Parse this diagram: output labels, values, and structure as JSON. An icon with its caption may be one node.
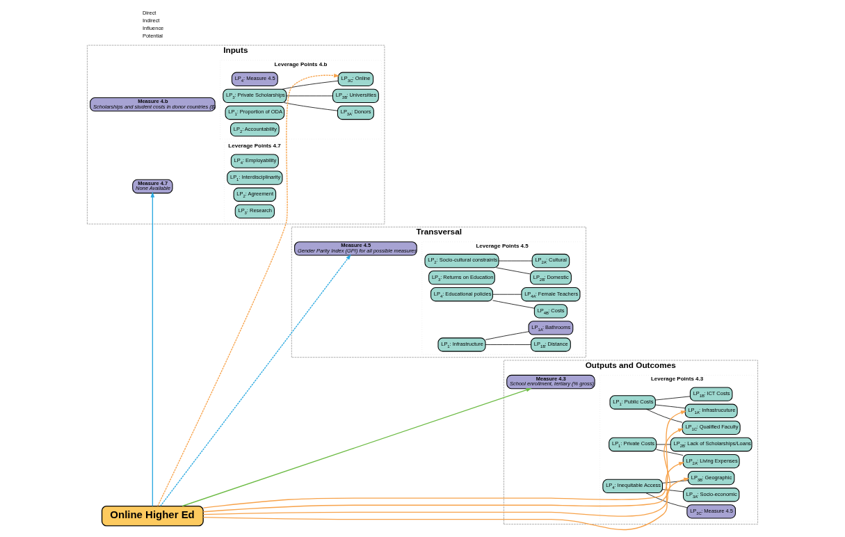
{
  "diagram": {
    "nodes": [
      {
        "text": [
          "Inputs"
        ]
      },
      {
        "text": [
          "Measure 4.7",
          "None Available"
        ],
        "in": 0
      },
      {
        "text": [
          "Leverage Points 4.7"
        ],
        "in": 0
      },
      {
        "text": [
          "LP$_{1}$: Interdisciplinarity"
        ],
        "in": 2
      },
      {
        "text": [
          "LP$_{2}$: Agreement"
        ],
        "in": 2
      },
      {
        "text": [
          "LP$_{3}$: Research"
        ],
        "in": 2
      },
      {
        "text": [
          "LP$_{4}$: Employability"
        ],
        "in": 2
      },
      {
        "text": [
          "Measure 4.b",
          "Scholarships and student costs in donor countries ($)"
        ],
        "in": 0
      },
      {
        "text": [
          "Leverage Points 4.b"
        ],
        "in": 0
      },
      {
        "text": [
          "LP$_{3}$: Private Scholarships"
        ],
        "in": 8
      },
      {
        "text": [
          "LP$_{3A}$: Donors"
        ],
        "in": 8
      },
      {
        "text": [
          "LP$_{3B}$: Universities"
        ],
        "in": 8
      },
      {
        "text": [
          "LP$_{3C}$: Online"
        ],
        "in": 8
      },
      {
        "text": [
          "LP$_{1}$: Proportion of ODA"
        ],
        "in": 8
      },
      {
        "text": [
          "LP$_{2}$: Accountability"
        ],
        "in": 8
      },
      {
        "text": [
          "LP$_{4}$: Measure 4.5"
        ],
        "in": 8
      },
      {
        "text": [
          "Transversal"
        ]
      },
      {
        "text": [
          "Measure 4.5",
          "Gender Parity Index (GPI) for all possible measures"
        ],
        "in": 16
      },
      {
        "text": [
          "Leverage Points 4.5"
        ],
        "in": 16
      },
      {
        "text": [
          "LP$_{1}$: Infrastructure"
        ],
        "in": 18
      },
      {
        "text": [
          "LP$_{1A}$: Bathrooms"
        ],
        "in": 18
      },
      {
        "text": [
          "LP$_{1B}$: Distance"
        ],
        "in": 18
      },
      {
        "text": [
          "LP$_{2}$: Socio-cultural constraints"
        ],
        "in": 18
      },
      {
        "text": [
          "LP$_{2A}$: Cultural"
        ],
        "in": 18
      },
      {
        "text": [
          "LP$_{2B}$: Domestic"
        ],
        "in": 18
      },
      {
        "text": [
          "LP$_{3}$: Returns on Education"
        ],
        "in": 18
      },
      {
        "text": [
          "LP$_{4}$: Educational policies"
        ],
        "in": 18
      },
      {
        "text": [
          "LP$_{4A}$: Female Teachers"
        ],
        "in": 18
      },
      {
        "text": [
          "LP$_{4B}$: Costs"
        ],
        "in": 18
      },
      {
        "text": [
          "Outputs and Outcomes"
        ]
      },
      {
        "text": [
          "Measure 4.3",
          "School enrollment, tertiary (% gross)"
        ],
        "in": 29
      },
      {
        "text": [
          "Leverage Points 4.3"
        ],
        "in": 29
      },
      {
        "text": [
          "LP$_{1}$: Public Costs"
        ],
        "in": 31
      },
      {
        "text": [
          "LP$_{1A}$: Infrastrucuture"
        ],
        "in": 31
      },
      {
        "text": [
          "LP$_{1B}$: ICT Costs"
        ],
        "in": 31
      },
      {
        "text": [
          "LP$_{1C}$: Qualified Faculty"
        ],
        "in": 31
      },
      {
        "text": [
          "LP$_{1}$: Private Costs"
        ],
        "in": 31
      },
      {
        "text": [
          "LP$_{2A}$: Living Expenses"
        ],
        "in": 31
      },
      {
        "text": [
          "LP$_{2B}$: Lack of Scholarships/Loans"
        ],
        "in": 31
      },
      {
        "text": [
          "LP$_{4}$: Inequitable Access"
        ],
        "in": 31
      },
      {
        "text": [
          "LP$_{3A}$: Socio-economic"
        ],
        "in": 31
      },
      {
        "text": [
          "LP$_{3B}$: Geographic"
        ],
        "in": 31
      },
      {
        "text": [
          "LP$_{3C}$: Measure 4.5"
        ],
        "in": 31
      },
      {
        "text": [
          "Online Higher Ed"
        ]
      }
    ],
    "edges": [
      {
        "from": 9,
        "to": 10,
        "arrow": "none"
      },
      {
        "from": 9,
        "to": 11,
        "arrow": "none"
      },
      {
        "from": 9,
        "to": 12,
        "arrow": "none"
      },
      {
        "from": 19,
        "to": 20,
        "arrow": "none"
      },
      {
        "from": 19,
        "to": 21,
        "arrow": "none"
      },
      {
        "from": 22,
        "to": 23,
        "arrow": "none"
      },
      {
        "from": 22,
        "to": 24,
        "arrow": "none"
      },
      {
        "from": 26,
        "to": 27,
        "arrow": "none"
      },
      {
        "from": 26,
        "to": 28,
        "arrow": "none"
      },
      {
        "from": 32,
        "to": 33,
        "arrow": "none"
      },
      {
        "from": 32,
        "to": 34,
        "arrow": "none"
      },
      {
        "from": 32,
        "to": 35,
        "arrow": "none"
      },
      {
        "from": 36,
        "to": 37,
        "arrow": "none"
      },
      {
        "from": 36,
        "to": 38,
        "arrow": "none"
      },
      {
        "from": 39,
        "to": 40,
        "arrow": "none"
      },
      {
        "from": 39,
        "to": 41,
        "arrow": "none"
      },
      {
        "from": 39,
        "to": 42,
        "arrow": "none"
      },
      {
        "from": 43,
        "to": 1,
        "arrow": "to",
        "color": "#29a8e0"
      },
      {
        "from": 43,
        "to": 17,
        "arrow": "to",
        "color": "#29a8e0",
        "style": "dashed"
      },
      {
        "from": 43,
        "to": 12,
        "arrow": "to",
        "color": "#f7a24a",
        "style": "dashed"
      },
      {
        "from": 43,
        "to": 30,
        "arrow": "to",
        "color": "#6dbb45"
      },
      {
        "from": 43,
        "to": 33,
        "arrow": "to",
        "color": "#f7a24a"
      },
      {
        "from": 43,
        "to": 35,
        "arrow": "to",
        "color": "#f7a24a"
      },
      {
        "from": 43,
        "to": 37,
        "arrow": "to",
        "color": "#f7a24a"
      },
      {
        "from": 43,
        "to": 41,
        "arrow": "to",
        "color": "#f7a24a"
      }
    ],
    "legend": [
      {
        "text": "Direct"
      },
      {
        "text": "Indirect"
      },
      {
        "text": "Influence"
      },
      {
        "text": "Potential"
      }
    ]
  }
}
